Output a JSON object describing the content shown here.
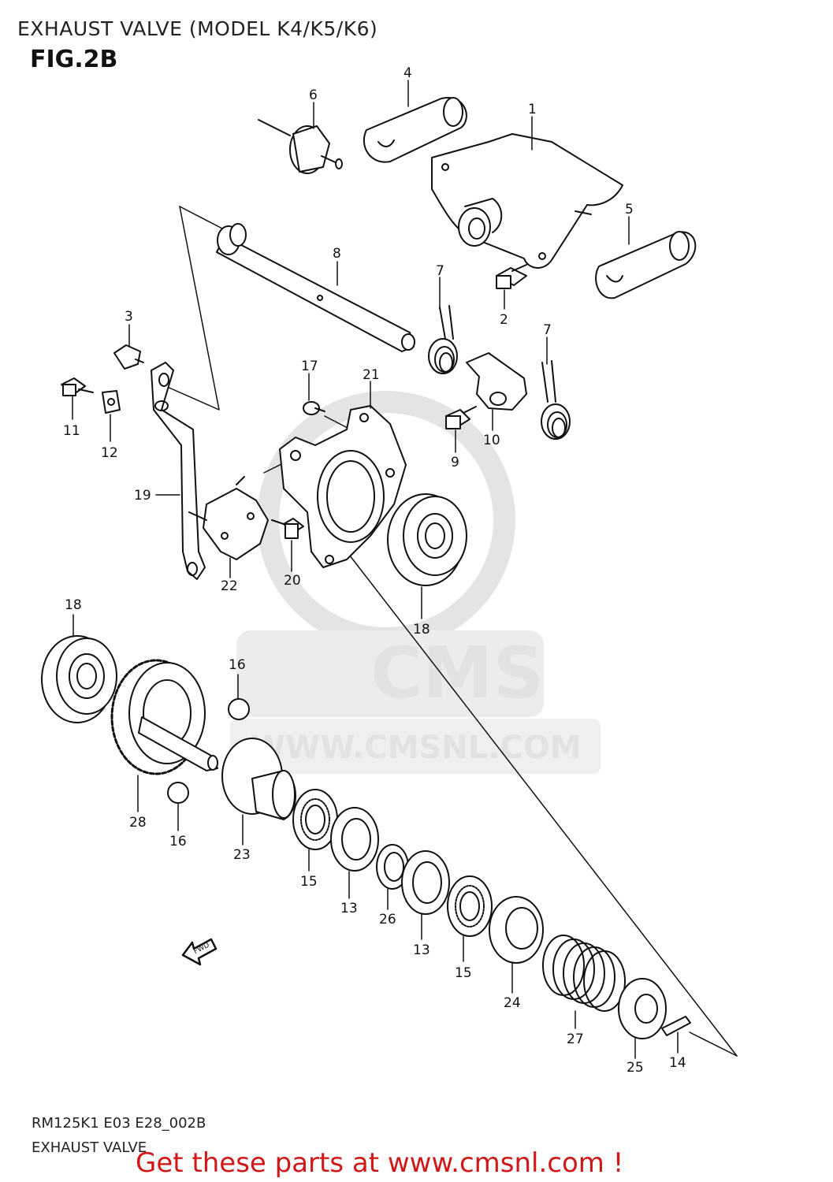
{
  "header": {
    "title": "EXHAUST VALVE (MODEL K4/K5/K6)",
    "figure": "FIG.2B"
  },
  "parts": {
    "p1": "1",
    "p2": "2",
    "p3": "3",
    "p4": "4",
    "p5": "5",
    "p6": "6",
    "p7a": "7",
    "p7b": "7",
    "p8": "8",
    "p9": "9",
    "p10": "10",
    "p11": "11",
    "p12": "12",
    "p13a": "13",
    "p13b": "13",
    "p14": "14",
    "p15a": "15",
    "p15b": "15",
    "p16a": "16",
    "p16b": "16",
    "p17": "17",
    "p18a": "18",
    "p18b": "18",
    "p19": "19",
    "p20": "20",
    "p21": "21",
    "p22": "22",
    "p23": "23",
    "p24": "24",
    "p25": "25",
    "p26": "26",
    "p27": "27",
    "p28": "28"
  },
  "watermark": {
    "brand": "CMS",
    "url": "WWW.CMSNL.COM"
  },
  "fwd_label": "FWD",
  "reference": {
    "code": "RM125K1 E03 E28_002B",
    "name": "EXHAUST VALVE"
  },
  "footer": {
    "link_text": "Get these parts at www.cmsnl.com !"
  },
  "colors": {
    "line": "#111111",
    "watermark": "#e2e2e2",
    "footer": "#d01818"
  }
}
